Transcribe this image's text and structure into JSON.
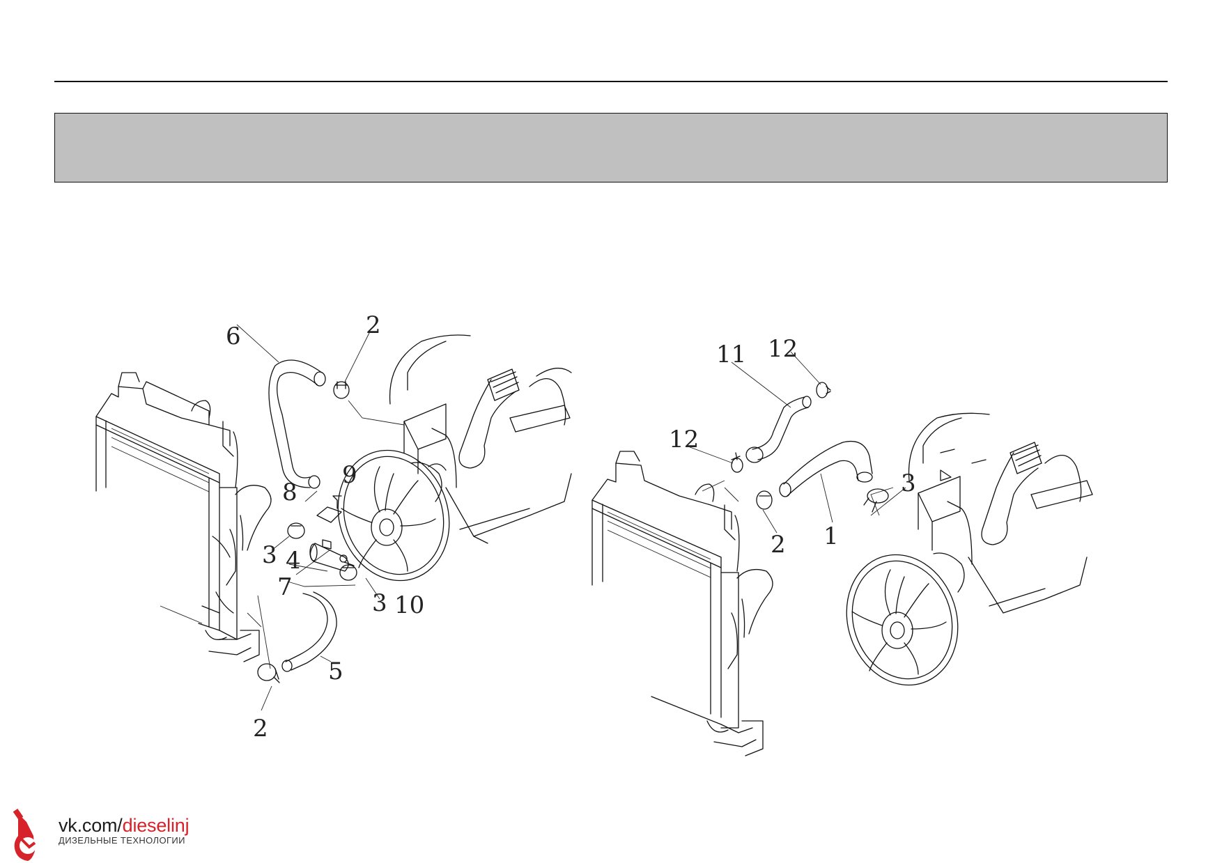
{
  "header": {
    "title": ""
  },
  "callouts": {
    "left": {
      "c6": "6",
      "c2_top": "2",
      "c8": "8",
      "c9": "9",
      "c3_left": "3",
      "c4": "4",
      "c7": "7",
      "c3_right": "3",
      "c10": "10",
      "c5": "5",
      "c2_bottom": "2"
    },
    "right": {
      "c11": "11",
      "c12_top": "12",
      "c12_left": "12",
      "c3": "3",
      "c2": "2",
      "c1": "1"
    }
  },
  "watermark": {
    "site": "vk.com/",
    "handle": "dieselinj",
    "subtitle": "ДИЗЕЛЬНЫЕ ТЕХНОЛОГИИ",
    "logo": "fuel-injector-logo-icon"
  },
  "colors": {
    "band": "#c0c0c0",
    "line": "#111111",
    "brand_red": "#d6232a"
  }
}
